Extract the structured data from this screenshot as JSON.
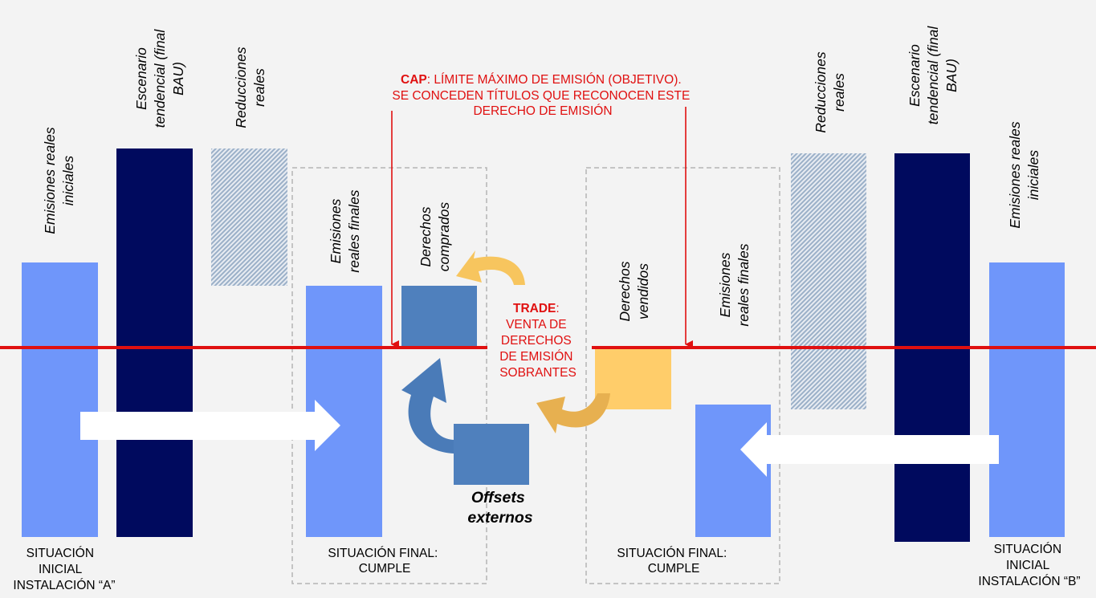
{
  "labels": {
    "emisiones_iniciales_a": [
      "Emisiones reales",
      "iniciales"
    ],
    "escenario_a": [
      "Escenario",
      "tendencial (final",
      "BAU)"
    ],
    "reducciones_a": [
      "Reducciones",
      "reales"
    ],
    "emisiones_finales_a": [
      "Emisiones",
      "reales finales"
    ],
    "derechos_comprados": [
      "Derechos",
      "comprados"
    ],
    "derechos_vendidos": [
      "Derechos",
      "vendidos"
    ],
    "emisiones_finales_b": [
      "Emisiones",
      "reales finales"
    ],
    "reducciones_b": [
      "Reducciones",
      "reales"
    ],
    "escenario_b": [
      "Escenario",
      "tendencial (final",
      "BAU)"
    ],
    "emisiones_iniciales_b": [
      "Emisiones reales",
      "iniciales"
    ]
  },
  "cap": {
    "keyword": "CAP",
    "line1_rest": ":  LÍMITE MÁXIMO DE EMISIÓN (OBJETIVO).",
    "line2": "SE CONCEDEN TÍTULOS QUE RECONOCEN ESTE",
    "line3": "DERECHO DE EMISIÓN"
  },
  "trade": {
    "keyword": "TRADE",
    "colon": ":",
    "lines": [
      "VENTA DE",
      "DERECHOS",
      "DE EMISIÓN",
      "SOBRANTES"
    ]
  },
  "offsets": [
    "Offsets",
    "externos"
  ],
  "captions": {
    "inicial_a": [
      "SITUACIÓN",
      "INICIAL",
      "INSTALACIÓN “A”"
    ],
    "final_a": [
      "SITUACIÓN FINAL:",
      "CUMPLE"
    ],
    "final_b": [
      "SITUACIÓN FINAL:",
      "CUMPLE"
    ],
    "inicial_b": [
      "SITUACIÓN",
      "INICIAL",
      "INSTALACIÓN “B”"
    ]
  },
  "colors": {
    "light_blue": "#6f96fa",
    "navy": "#000a5e",
    "mid_blue": "#4f80bd",
    "yellow": "#ffcd6a",
    "red": "#e01010",
    "hatch": "#9bb0c8"
  }
}
